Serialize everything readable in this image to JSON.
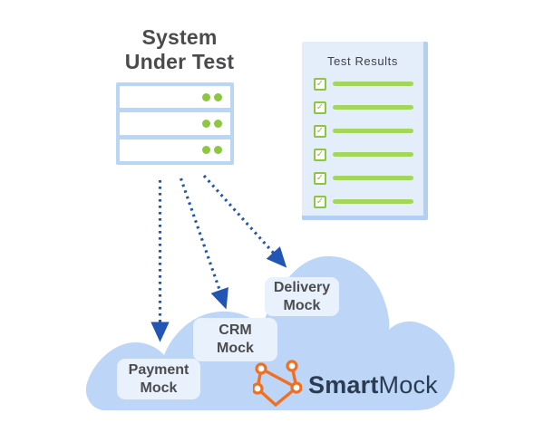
{
  "title": {
    "text": "System\nUnder Test"
  },
  "server": {
    "rows": 3,
    "dots_per_row": 2
  },
  "test_results": {
    "title": "Test Results",
    "check_glyph": "✓",
    "items": [
      "pass",
      "pass",
      "pass",
      "pass",
      "pass",
      "pass"
    ]
  },
  "mocks": {
    "payment": "Payment\nMock",
    "crm": "CRM\nMock",
    "delivery": "Delivery\nMock"
  },
  "brand": {
    "name_bold": "Smart",
    "name_light": "Mock",
    "icon": "network-graph-icon"
  },
  "colors": {
    "green_dot": "#8dc63f",
    "green_bar": "#a4d65c",
    "green_check": "#8cc63f",
    "cloud_blue": "#bdd5f7",
    "panel_bg": "#e4eefb",
    "panel_edge": "#b3cff2",
    "mock_box_bg": "#e9f1fd",
    "arrow_blue": "#2355b4",
    "server_frame": "#b9d6f7",
    "text_dark": "#4b4b4d",
    "brand_navy": "#2b3b52",
    "brand_orange": "#f26f21"
  }
}
